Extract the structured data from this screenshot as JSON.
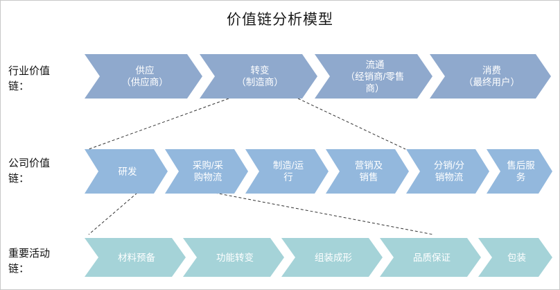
{
  "title": "价值链分析模型",
  "rows": [
    {
      "label": "行业价值\n链：",
      "color": "#8fa9cd",
      "steps": [
        {
          "text": "供应\n（供应商）"
        },
        {
          "text": "转变\n（制造商）"
        },
        {
          "text": "流通\n（经销商/零售\n商）"
        },
        {
          "text": "消费\n（最终用户）"
        }
      ]
    },
    {
      "label": "公司价值\n链：",
      "color": "#93b8dd",
      "steps": [
        {
          "text": "研发"
        },
        {
          "text": "采购/采\n购物流"
        },
        {
          "text": "制造/运\n行"
        },
        {
          "text": "营销及\n销售"
        },
        {
          "text": "分销/分\n销物流"
        },
        {
          "text": "售后服\n务"
        }
      ]
    },
    {
      "label": "重要活动\n链：",
      "color": "#a5d3d8",
      "steps": [
        {
          "text": "材料预备"
        },
        {
          "text": "功能转变"
        },
        {
          "text": "组装成形"
        },
        {
          "text": "品质保证"
        },
        {
          "text": "包装"
        }
      ]
    }
  ]
}
